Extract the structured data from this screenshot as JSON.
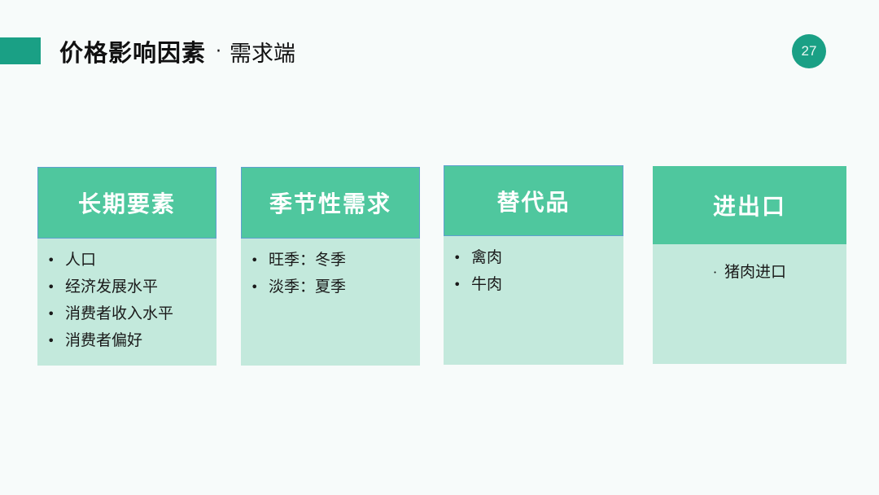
{
  "header": {
    "title_main": "价格影响因素",
    "title_separator": "·",
    "title_sub": "需求端",
    "page_number": "27"
  },
  "colors": {
    "accent": "#1aa085",
    "card_header": "#4fc79e",
    "card_body": "#c3e9dc"
  },
  "cards": [
    {
      "title": "长期要素",
      "items": [
        "人口",
        "经济发展水平",
        "消费者收入水平",
        "消费者偏好"
      ]
    },
    {
      "title": "季节性需求",
      "items": [
        "旺季：冬季",
        "淡季：夏季"
      ]
    },
    {
      "title": "替代品",
      "items": [
        "禽肉",
        "牛肉"
      ]
    },
    {
      "title": "进出口",
      "items": [
        "猪肉进口"
      ]
    }
  ],
  "bullet_glyph": "•",
  "bullet_glyph_small": "·"
}
